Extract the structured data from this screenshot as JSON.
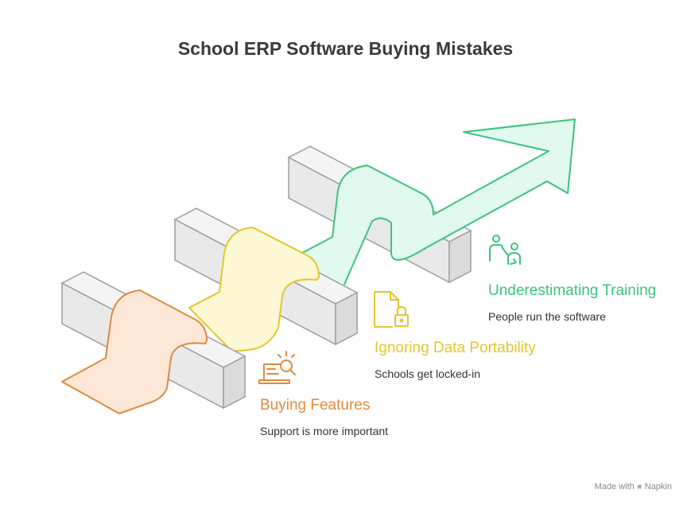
{
  "title": "School ERP Software Buying Mistakes",
  "colors": {
    "orange": "#e08a3c",
    "orange_fill": "#fde8d8",
    "yellow": "#e3c62c",
    "yellow_fill": "#fdf8d4",
    "green": "#3cc47e",
    "green_fill": "#e1f9ee",
    "block_fill": "#ebebeb",
    "block_stroke": "#9e9e9e"
  },
  "steps": [
    {
      "label": "Buying Features",
      "description": "Support is more important",
      "icon": "laptop-search-icon",
      "color": "#e08a3c"
    },
    {
      "label": "Ignoring Data Portability",
      "description": "Schools get locked-in",
      "icon": "locked-file-icon",
      "color": "#e3c62c"
    },
    {
      "label": "Underestimating Training",
      "description": "People run the software",
      "icon": "trainer-people-icon",
      "color": "#3cc47e"
    }
  ],
  "credit": {
    "made_with": "Made with",
    "brand": "Napkin"
  }
}
